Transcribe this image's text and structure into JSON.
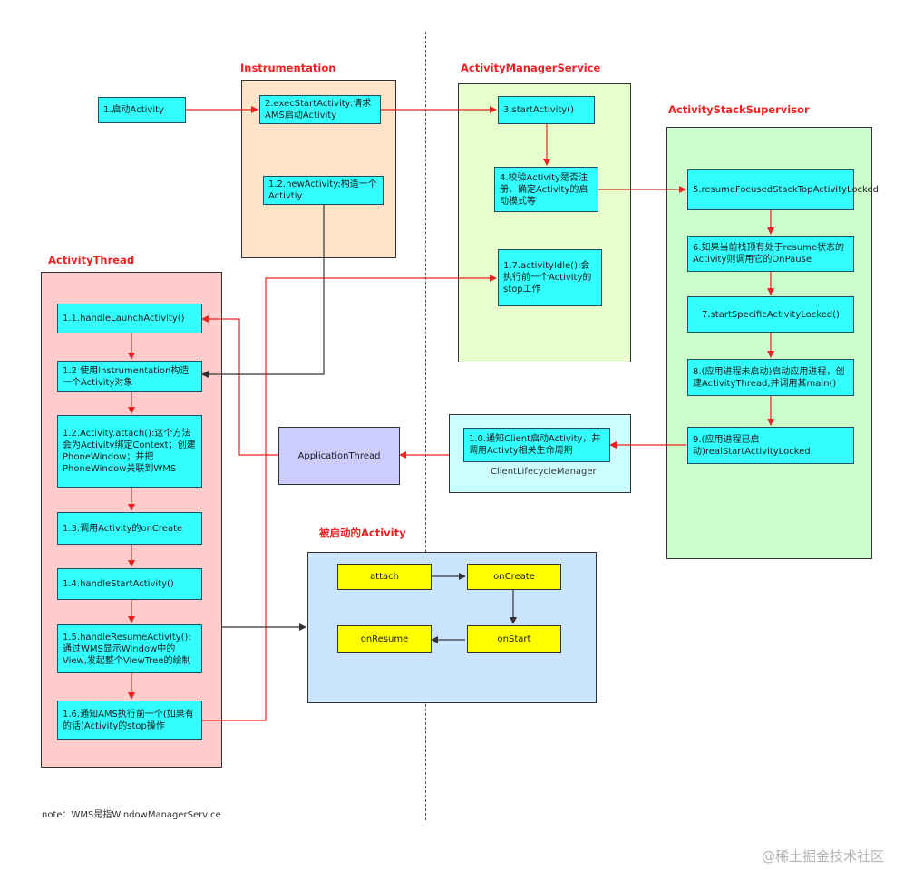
{
  "titles": {
    "instrumentation": "Instrumentation",
    "ams": "ActivityManagerService",
    "supervisor": "ActivityStackSupervisor",
    "thread": "ActivityThread",
    "launched": "被启动的Activity"
  },
  "nodes": {
    "n1": "1.启动Activity",
    "n2": "2.execStartActivity:请求AMS启动Activity",
    "n12": "1.2.newActivity:构造一个Activtiy",
    "n3": "3.startActivity()",
    "n4": "4.校验Activity是否注册、确定Activity的启动模式等",
    "n17": "1.7.activityIdle():会执行前一个Activity的stop工作",
    "n5": "5.resumeFocusedStackTopActivityLocked",
    "n6": "6.如果当前栈顶有处于resume状态的Activity则调用它的OnPause",
    "n7": "7.startSpecificActivityLocked()",
    "n8": "8.(应用进程未启动)启动应用进程，创建ActivityThread,并调用其main()",
    "n9": "9.(应用进程已启动)realStartActivityLocked",
    "n10": "1.0.通知Client启动Activity，并调用Activty相关生命周期",
    "clm": "ClientLifecycleManager",
    "appthread": "ApplicationThread",
    "n11": "1.1.handleLaunchActivity()",
    "n12b": "1.2 使用Instrumentation构造一个Activity对象",
    "n12c": "1.2.Activity.attach():这个方法会为Activity绑定Context；创建PhoneWindow；并把PhoneWindow关联到WMS",
    "n13": "1.3.调用Activity的onCreate",
    "n14": "1.4.handleStartActivity()",
    "n15": "1.5.handleResumeActivity():通过WMS显示Window中的View,发起整个ViewTree的绘制",
    "n16": "1.6.通知AMS执行前一个(如果有的话)Activity的stop操作",
    "attach": "attach",
    "onCreate": "onCreate",
    "onStart": "onStart",
    "onResume": "onResume"
  },
  "note": "note：WMS是指WindowManagerService",
  "watermark": "@稀土掘金技术社区",
  "colors": {
    "instrumentation_bg": "#fde3c8",
    "ams_bg": "#e6ffcc",
    "supervisor_bg": "#ccffcc",
    "thread_bg": "#ffcccc",
    "launched_bg": "#cce5ff",
    "clm_bg": "#ccffff",
    "node_cyan": "#33ffff",
    "node_yellow": "#ffff00",
    "node_violet": "#ccccff",
    "arrow_red": "#ee2222",
    "arrow_dark": "#333333"
  }
}
